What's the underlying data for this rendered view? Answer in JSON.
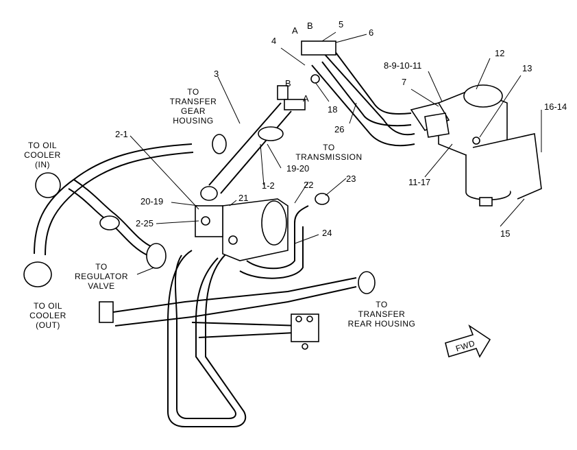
{
  "callouts": [
    "1-2",
    "2-1",
    "2-25",
    "3",
    "4",
    "5",
    "6",
    "7",
    "8-9-10-11",
    "11-17",
    "12",
    "13",
    "15",
    "16-14",
    "18",
    "19-20",
    "20-19",
    "21",
    "22",
    "23",
    "24",
    "26",
    "A",
    "B",
    "A",
    "B"
  ],
  "captions": {
    "transfer_gear": [
      "TO",
      "TRANSFER",
      "GEAR",
      "HOUSING"
    ],
    "oil_cooler_in": [
      "TO OIL",
      "COOLER",
      "(IN)"
    ],
    "transmission": [
      "TO",
      "TRANSMISSION"
    ],
    "regulator": [
      "TO",
      "REGULATOR",
      "VALVE"
    ],
    "oil_cooler_out": [
      "TO OIL",
      "COOLER",
      "(OUT)"
    ],
    "rear_housing": [
      "TO",
      "TRANSFER",
      "REAR HOUSING"
    ]
  },
  "fwd_arrow": "FWD"
}
